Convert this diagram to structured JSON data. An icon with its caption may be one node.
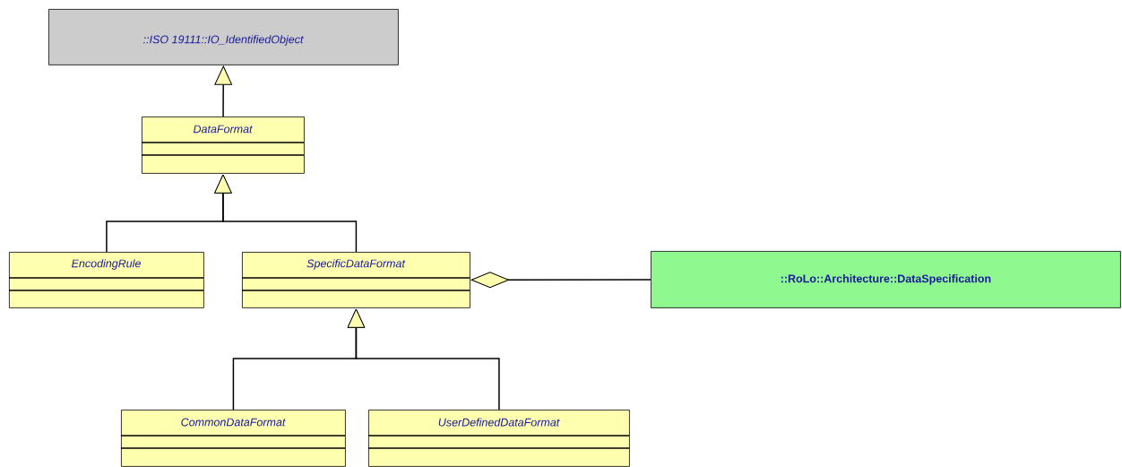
{
  "diagram": {
    "nodes": [
      {
        "text": [
          "::ISO 19111::IO_IdentifiedObject"
        ]
      },
      {
        "text": [
          "DataFormat"
        ]
      },
      {
        "text": [
          "EncodingRule"
        ]
      },
      {
        "text": [
          "SpecificDataFormat"
        ]
      },
      {
        "text": [
          "::RoLo::Architecture::DataSpecification"
        ]
      },
      {
        "text": [
          "CommonDataFormat"
        ]
      },
      {
        "text": [
          "UserDefinedDataFormat"
        ]
      }
    ],
    "edges": [
      {
        "from": 1,
        "to": 0,
        "arrow": "to"
      },
      {
        "from": 2,
        "to": 1,
        "arrow": "to"
      },
      {
        "from": 3,
        "to": 1,
        "arrow": "to"
      },
      {
        "from": 3,
        "to": 4,
        "arrow": "other"
      },
      {
        "from": 5,
        "to": 3,
        "arrow": "to"
      },
      {
        "from": 6,
        "to": 3,
        "arrow": "to"
      }
    ]
  }
}
